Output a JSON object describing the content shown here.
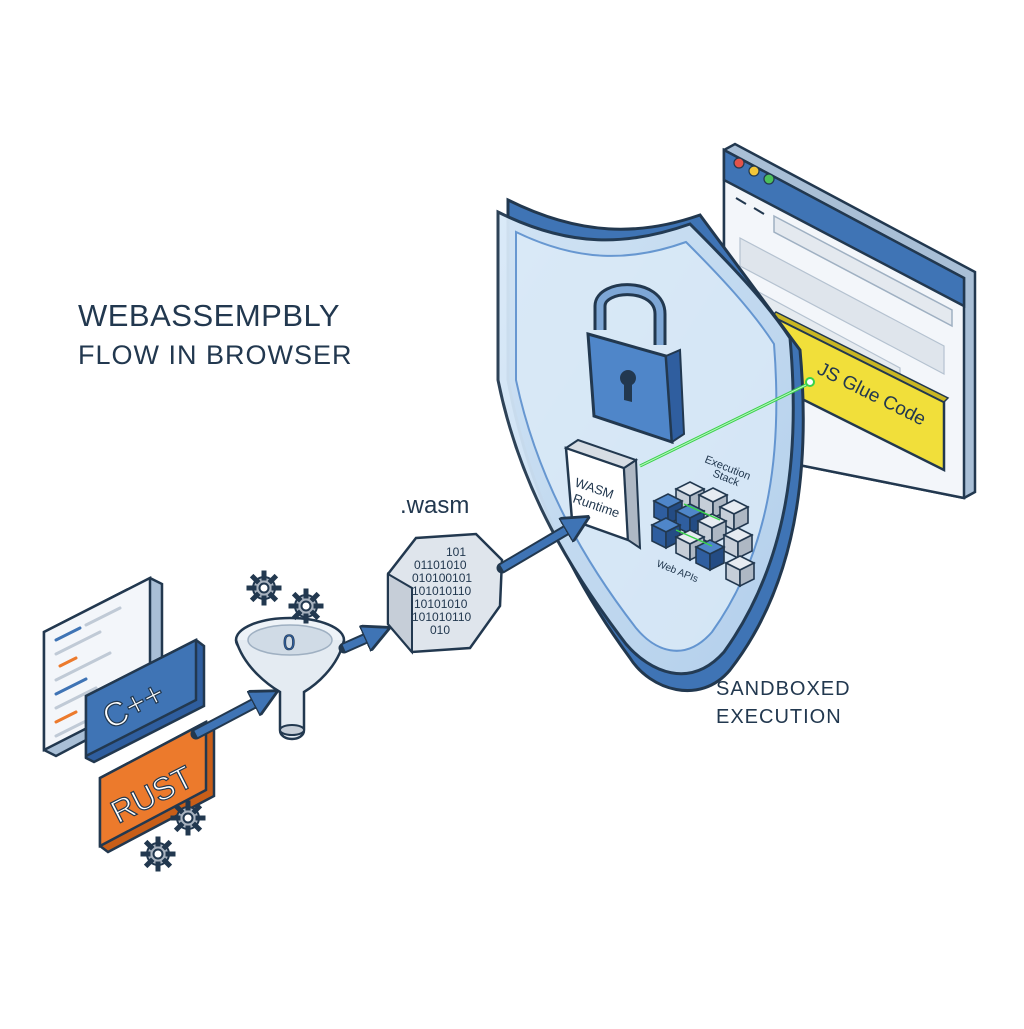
{
  "title": {
    "line1": "WEBASSEMPBLY",
    "line2": "FLOW IN BROWSER"
  },
  "source": {
    "cpp_label": "C++",
    "rust_label": "RUST"
  },
  "compiler": {
    "funnel_glyph": "0"
  },
  "wasm": {
    "label": ".wasm",
    "binary_lines": [
      "101",
      "01101010",
      "010100101",
      "101010110",
      "10101010",
      "101010110",
      "010"
    ]
  },
  "sandbox": {
    "label_line1": "SANDBOXED",
    "label_line2": "EXECUTION",
    "runtime_line1": "WASM",
    "runtime_line2": "Runtime",
    "stack_line1": "Execution",
    "stack_line2": "Stack",
    "web_apis": "Web APIs"
  },
  "browser": {
    "glue_label": "JS Glue Code"
  },
  "colors": {
    "outline": "#22384f",
    "blue": "#3f74b5",
    "light_blue": "#a9c9ea",
    "rust_orange": "#ec7a2c",
    "glue_yellow": "#f1df3a",
    "laser_green": "#39d24a",
    "gray": "#d7dde4",
    "text": "#22384f"
  },
  "icons": [
    "code-page-icon",
    "gear-icon",
    "funnel-icon",
    "binary-block-icon",
    "shield-icon",
    "lock-icon",
    "browser-window-icon",
    "stacked-cubes-icon"
  ]
}
